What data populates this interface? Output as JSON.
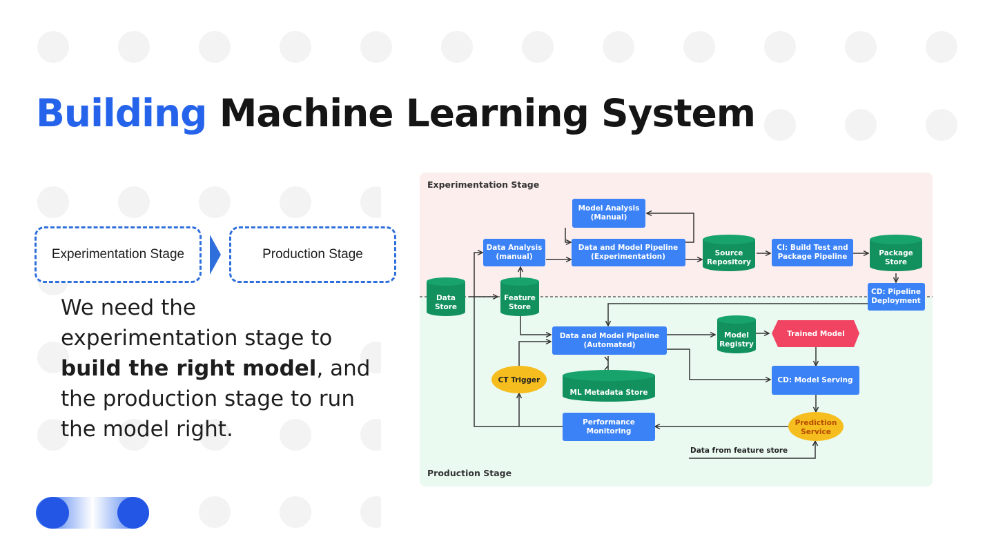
{
  "title": {
    "accent": "Building",
    "rest": "Machine Learning System"
  },
  "stages": {
    "experimentation": "Experimentation Stage",
    "production": "Production Stage"
  },
  "description": {
    "part1": "We need the experimentation stage to ",
    "bold1": "build the right model",
    "part2": ", and the production stage to run the model right."
  },
  "diagram": {
    "experimentation_label": "Experimentation Stage",
    "production_label": "Production Stage",
    "nodes": {
      "model_analysis": [
        "Model Analysis",
        "(Manual)"
      ],
      "data_analysis": [
        "Data Analysis",
        "(manual)"
      ],
      "pipeline_exp": [
        "Data and Model Pipeline",
        "(Experimentation)"
      ],
      "source_repo": [
        "Source",
        "Repository"
      ],
      "ci_build": [
        "CI: Build Test and",
        "Package Pipeline"
      ],
      "package_store": [
        "Package",
        "Store"
      ],
      "data_store": [
        "Data",
        "Store"
      ],
      "feature_store": [
        "Feature",
        "Store"
      ],
      "cd_pipeline": [
        "CD: Pipeline",
        "Deployment"
      ],
      "pipeline_auto": [
        "Data and Model Pipeline",
        "(Automated)"
      ],
      "model_registry": [
        "Model",
        "Registry"
      ],
      "trained_model": [
        "Trained Model"
      ],
      "ct_trigger": [
        "CT Trigger"
      ],
      "ml_metadata": [
        "ML Metadata Store"
      ],
      "model_serving": [
        "CD: Model Serving"
      ],
      "perf_monitoring": [
        "Performance",
        "Monitoring"
      ],
      "prediction_service": [
        "Prediction",
        "Service"
      ]
    },
    "data_from_feature_store": "Data from feature store"
  },
  "colors": {
    "accent": "#2563eb",
    "process_box": "#3b82f6",
    "store": "#12915f",
    "trained_model": "#f04462",
    "oval": "#f6bd1f",
    "exp_bg": "#fdeeee",
    "prod_bg": "#eafaf1"
  }
}
